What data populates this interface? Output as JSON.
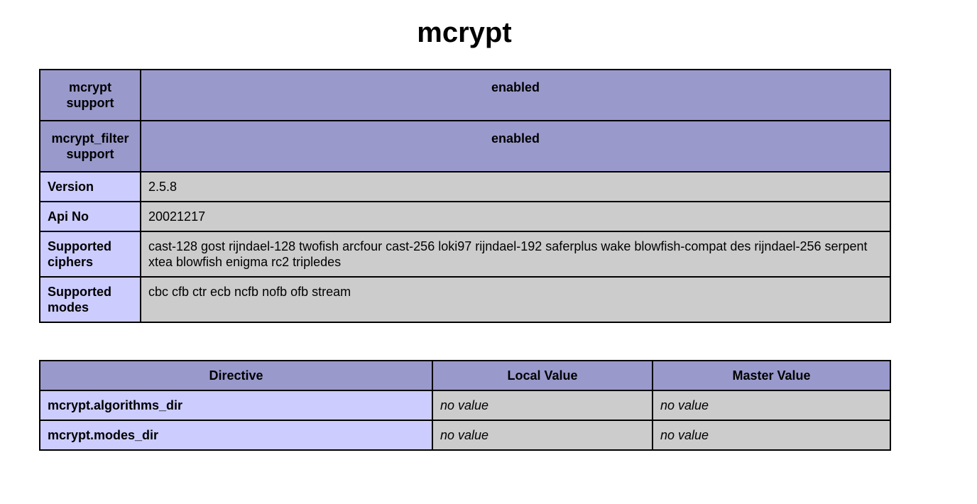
{
  "page": {
    "title": "mcrypt"
  },
  "colors": {
    "header_bg": "#9999cc",
    "label_bg": "#ccccff",
    "value_bg": "#cccccc",
    "border": "#000000",
    "page_bg": "#ffffff",
    "text": "#000000"
  },
  "info_table": {
    "rows": [
      {
        "label": "mcrypt support",
        "value": "enabled",
        "type": "header"
      },
      {
        "label": "mcrypt_filter support",
        "value": "enabled",
        "type": "header"
      },
      {
        "label": "Version",
        "value": "2.5.8",
        "type": "data"
      },
      {
        "label": "Api No",
        "value": "20021217",
        "type": "data"
      },
      {
        "label": "Supported ciphers",
        "value": "cast-128 gost rijndael-128 twofish arcfour cast-256 loki97 rijndael-192 saferplus wake blowfish-compat des rijndael-256 serpent xtea blowfish enigma rc2 tripledes",
        "type": "data"
      },
      {
        "label": "Supported modes",
        "value": "cbc cfb ctr ecb ncfb nofb ofb stream",
        "type": "data"
      }
    ]
  },
  "directive_table": {
    "headers": [
      "Directive",
      "Local Value",
      "Master Value"
    ],
    "rows": [
      {
        "directive": "mcrypt.algorithms_dir",
        "local_value": "no value",
        "master_value": "no value"
      },
      {
        "directive": "mcrypt.modes_dir",
        "local_value": "no value",
        "master_value": "no value"
      }
    ]
  }
}
